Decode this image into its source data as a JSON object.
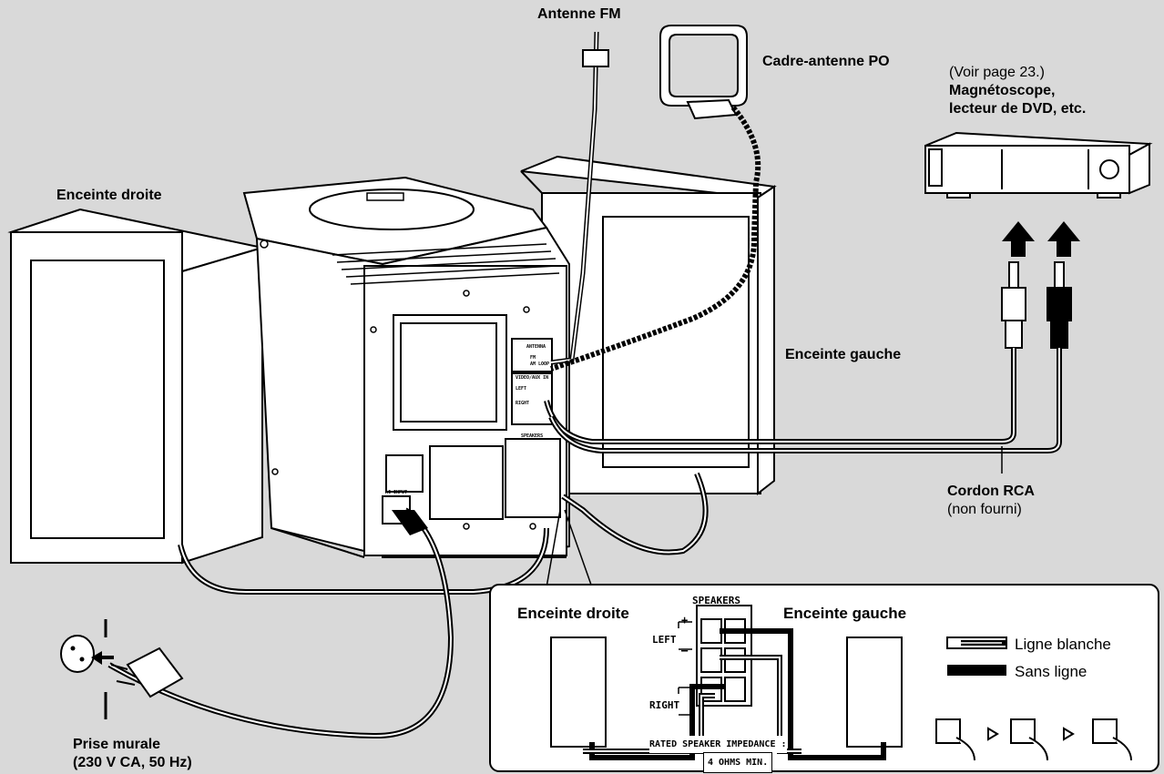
{
  "labels": {
    "antenne_fm": "Antenne FM",
    "cadre_antenne": "Cadre-antenne PO",
    "voir_page": "(Voir page 23.)",
    "magnetoscope_1": "Magnétoscope,",
    "magnetoscope_2": "lecteur de DVD, etc.",
    "enceinte_droite": "Enceinte droite",
    "enceinte_gauche": "Enceinte gauche",
    "cordon_rca": "Cordon RCA",
    "non_fourni": "(non fourni)",
    "prise_murale": "Prise murale",
    "prise_spec": "(230 V CA, 50 Hz)"
  },
  "inset": {
    "enceinte_droite": "Enceinte droite",
    "enceinte_gauche": "Enceinte gauche",
    "speakers": "SPEAKERS",
    "left": "LEFT",
    "right": "RIGHT",
    "plus": "+",
    "minus": "–",
    "rated": "RATED SPEAKER IMPEDANCE :",
    "ohms": "4 OHMS MIN.",
    "ligne_blanche": "Ligne blanche",
    "sans_ligne": "Sans ligne"
  },
  "panel": {
    "antenna": "ANTENNA",
    "fm": "FM",
    "am_loop": "AM LOOP",
    "video_aux_in": "VIDEO/AUX IN",
    "left": "LEFT",
    "right": "RIGHT",
    "speakers": "SPEAKERS",
    "ac_input": "AC INPUT"
  }
}
